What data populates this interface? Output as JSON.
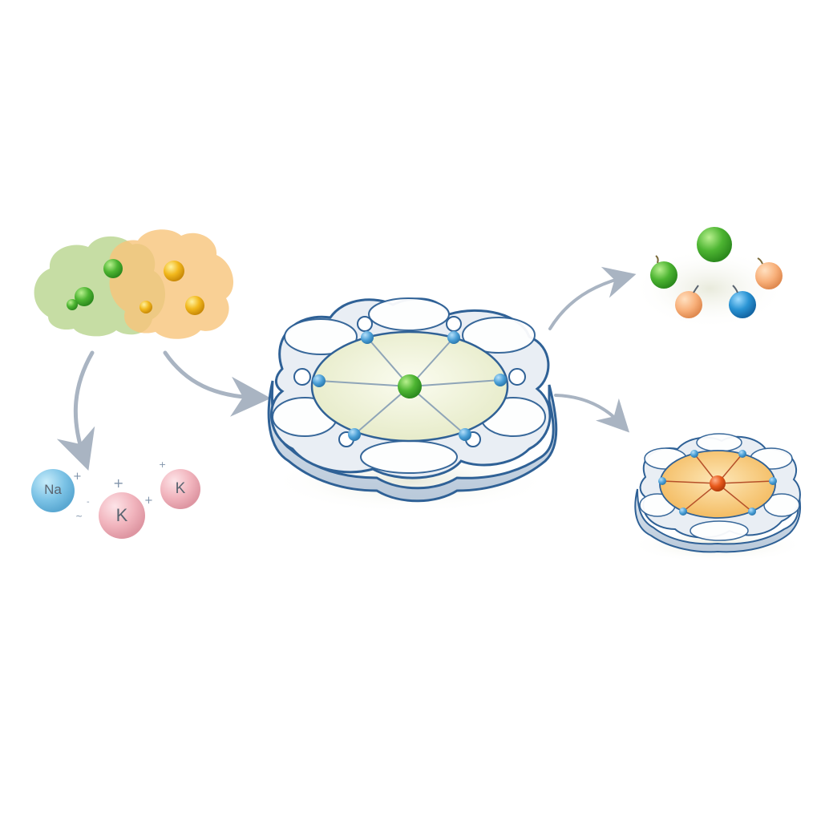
{
  "diagram": {
    "type": "host-guest ion complexation illustration",
    "colors": {
      "background": "#ffffff",
      "arrow": "#a9b4c2",
      "ring_outline": "#2f6196",
      "ring_fill": "#e9eef4",
      "donor_atom": "#4a9fd6",
      "guest_green": "#4db532",
      "guest_orange": "#e85a1c",
      "cavity_green": "#eef1d6",
      "cavity_orange": "#f7c56e",
      "na_ion": "#7cc3e6",
      "k_ion": "#f1b4bd",
      "cloud_green": "#b6d48a",
      "cloud_orange": "#f8c47a"
    },
    "nodes": [
      {
        "id": "mixture-cloud",
        "description": "Green and orange overlapping clouds containing small green and yellow particles"
      },
      {
        "id": "free-ions",
        "description": "Free cations",
        "ions": [
          {
            "label": "Na",
            "charge": "+"
          },
          {
            "label": "K",
            "charge": "+"
          },
          {
            "label": "K",
            "charge": "+"
          }
        ]
      },
      {
        "id": "host-green-complex",
        "description": "Large six-lobed macrocyclic host with green guest at center bound to six donor atoms"
      },
      {
        "id": "released-guests",
        "description": "Scattered spheres: green, green, orange, orange, blue"
      },
      {
        "id": "host-orange-complex",
        "description": "Smaller six-lobed macrocyclic host with orange guest at center, orange cavity"
      }
    ],
    "edges": [
      {
        "from": "mixture-cloud",
        "to": "free-ions"
      },
      {
        "from": "mixture-cloud",
        "to": "host-green-complex"
      },
      {
        "from": "host-green-complex",
        "to": "released-guests"
      },
      {
        "from": "host-green-complex",
        "to": "host-orange-complex"
      }
    ],
    "ion_labels": {
      "na": "Na",
      "k1": "K",
      "k2": "K"
    },
    "charge_signs": [
      "+",
      "+",
      "+",
      "+",
      "-",
      "~"
    ]
  }
}
